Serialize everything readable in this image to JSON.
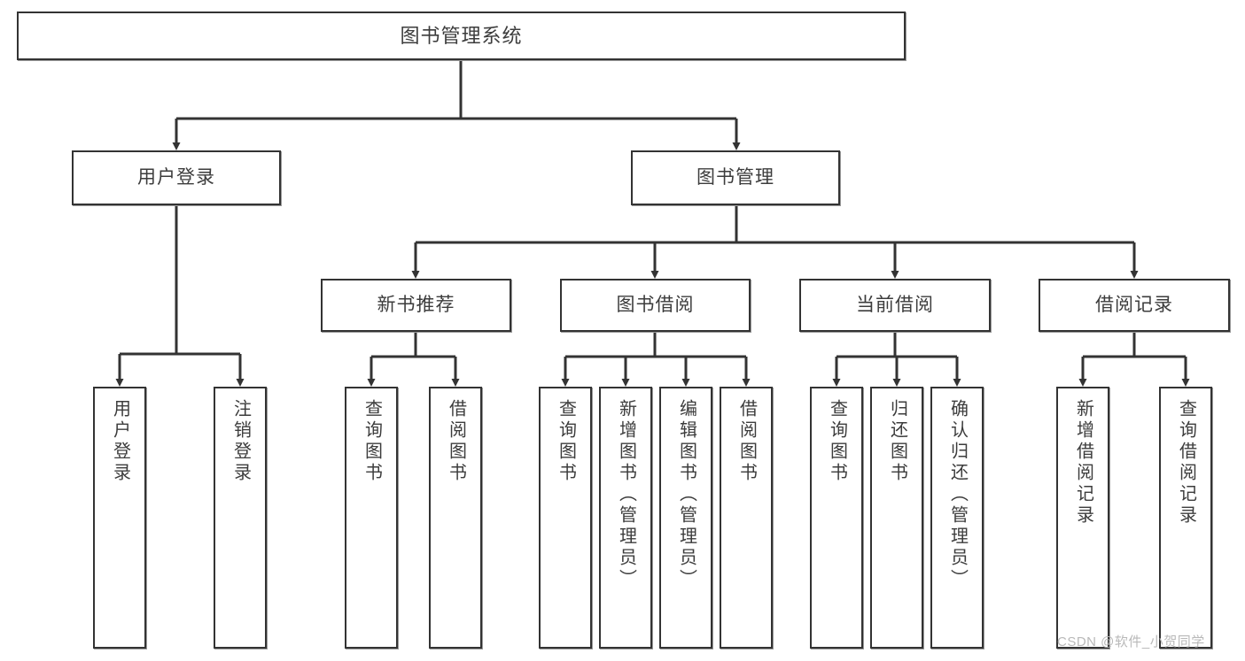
{
  "diagram": {
    "type": "tree-hierarchy",
    "title": "图书管理系统",
    "watermark": "CSDN @软件_小贺同学",
    "colors": {
      "box_border": "#333333",
      "box_fill": "#ffffff",
      "text": "#3c3c3c",
      "connector": "#333333",
      "watermark": "#b9b9b9",
      "background": "#ffffff"
    },
    "levels": {
      "root": {
        "label": "图书管理系统"
      },
      "level2": [
        {
          "label": "用户登录"
        },
        {
          "label": "图书管理"
        }
      ],
      "level3": [
        {
          "label": "新书推荐"
        },
        {
          "label": "图书借阅"
        },
        {
          "label": "当前借阅"
        },
        {
          "label": "借阅记录"
        }
      ],
      "leaves": {
        "user_login": [
          {
            "label": "用户登录"
          },
          {
            "label": "注销登录"
          }
        ],
        "new_book_recommend": [
          {
            "label": "查询图书"
          },
          {
            "label": "借阅图书"
          }
        ],
        "book_borrow": [
          {
            "label": "查询图书"
          },
          {
            "label": "新增图书（管理员）"
          },
          {
            "label": "编辑图书（管理员）"
          },
          {
            "label": "借阅图书"
          }
        ],
        "current_borrow": [
          {
            "label": "查询图书"
          },
          {
            "label": "归还图书"
          },
          {
            "label": "确认归还（管理员）"
          }
        ],
        "borrow_record": [
          {
            "label": "新增借阅记录"
          },
          {
            "label": "查询借阅记录"
          }
        ]
      }
    }
  }
}
